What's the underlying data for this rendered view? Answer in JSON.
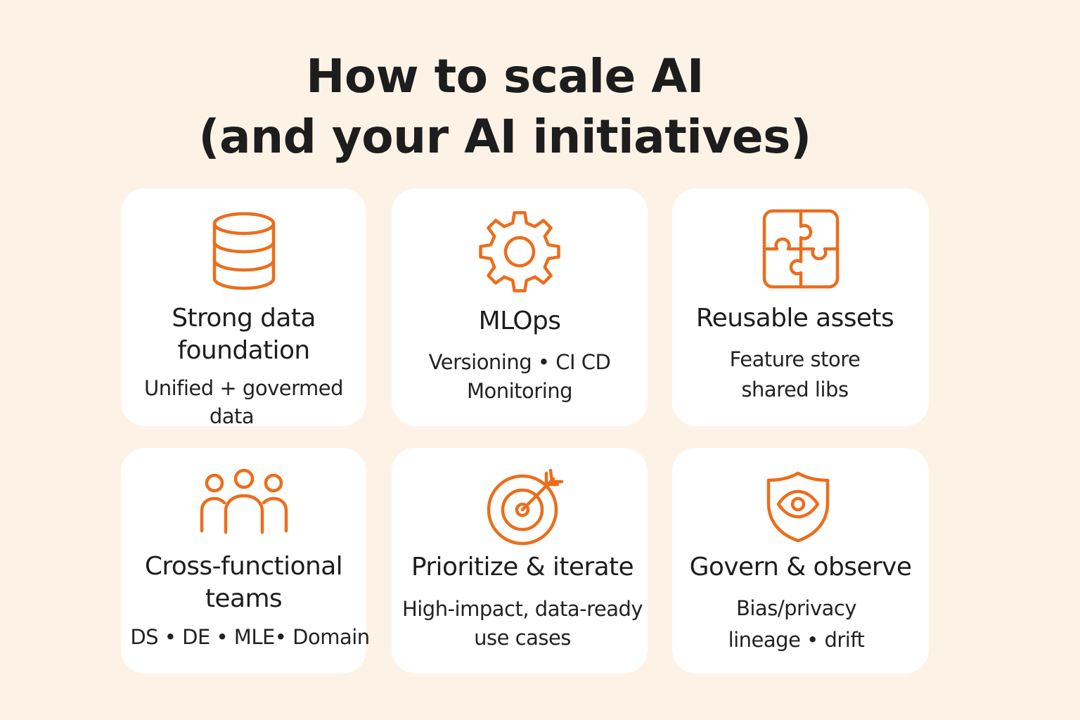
{
  "title": {
    "line1": "How to scale AI",
    "line2": "(and your AI initiatives)"
  },
  "cards": [
    {
      "icon": "database-icon",
      "title_lines": [
        "Strong data",
        "foundation"
      ],
      "subtitle_lines": [
        "Unified + govermed",
        "data"
      ]
    },
    {
      "icon": "gear-icon",
      "title_lines": [
        "MLOps"
      ],
      "subtitle_lines": [
        "Versioning • CI CD",
        "Monitoring"
      ]
    },
    {
      "icon": "puzzle-icon",
      "title_lines": [
        "Reusable assets"
      ],
      "subtitle_lines": [
        "Feature store",
        "shared libs"
      ]
    },
    {
      "icon": "team-icon",
      "title_lines": [
        "Cross-functional",
        "teams"
      ],
      "subtitle_lines": [
        "DS • DE • MLE• Domain"
      ]
    },
    {
      "icon": "target-icon",
      "title_lines": [
        "Prioritize & iterate"
      ],
      "subtitle_lines": [
        "High-impact, data-ready",
        "use cases"
      ]
    },
    {
      "icon": "shield-eye-icon",
      "title_lines": [
        "Govern & observe"
      ],
      "subtitle_lines": [
        "Bias/privacy",
        "lineage • drift"
      ]
    }
  ],
  "colors": {
    "background": "#fcf3e6",
    "card": "#ffffff",
    "accent": "#ec6d1c",
    "text": "#1d1d1d"
  }
}
